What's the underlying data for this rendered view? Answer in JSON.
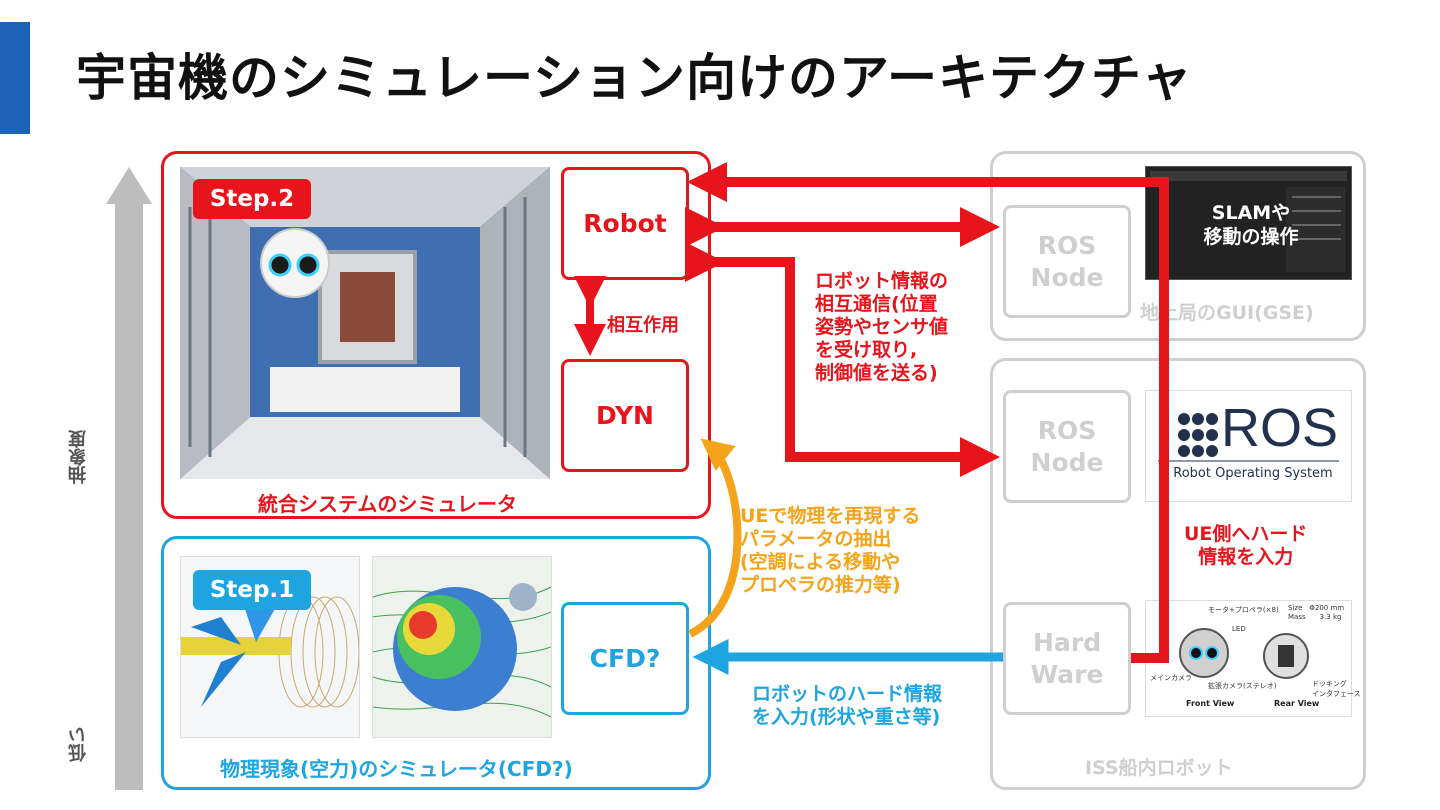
{
  "title": "宇宙機のシミュレーション向けのアーキテクチャ",
  "axis": {
    "label": "抽象度",
    "low": "低い"
  },
  "integrated": {
    "step": "Step.2",
    "label": "統合システムのシミュレータ",
    "robot": "Robot",
    "dyn": "DYN",
    "interaction": "相互作用"
  },
  "physics": {
    "step": "Step.1",
    "label": "物理現象(空力)のシミュレータ(CFD?)",
    "cfd": "CFD?"
  },
  "gse": {
    "label": "地上局のGUI(GSE)",
    "ros_node": "ROS\nNode",
    "screen_text": "SLAMや\n移動の操作"
  },
  "iss": {
    "label": "ISS船内ロボット",
    "ros_node": "ROS\nNode",
    "hardware": "Hard\nWare",
    "ros_logo": "ROS",
    "ros_sub": "Robot Operating System",
    "diagram_labels": {
      "front_view": "Front View",
      "rear_view": "Rear View",
      "motor": "モータ+プロペラ(×8)",
      "led": "LED",
      "size": "Size　Φ200 mm",
      "mass": "Mass　　3.3 kg",
      "main_camera": "メインカメラ",
      "stereo_camera": "拡張カメラ(ステレオ)",
      "docking": "ドッキング\nインタフェース"
    }
  },
  "notes": {
    "robot_comm": "ロボット情報の\n相互通信(位置\n姿勢やセンサ値\nを受け取り,\n制御値を送る)",
    "ue_physics": "UEで物理を再現する\nパラメータの抽出\n(空調による移動や\nプロペラの推力等)",
    "hardware_input": "ロボットのハード情報\nを入力(形状や重さ等)",
    "ue_side": "UE側へハード\n情報を入力"
  },
  "colors": {
    "red": "#e8141c",
    "blue": "#1ea5e0",
    "orange": "#f5a31a",
    "gray": "#cfcfcf",
    "accent": "#1a63b5"
  }
}
